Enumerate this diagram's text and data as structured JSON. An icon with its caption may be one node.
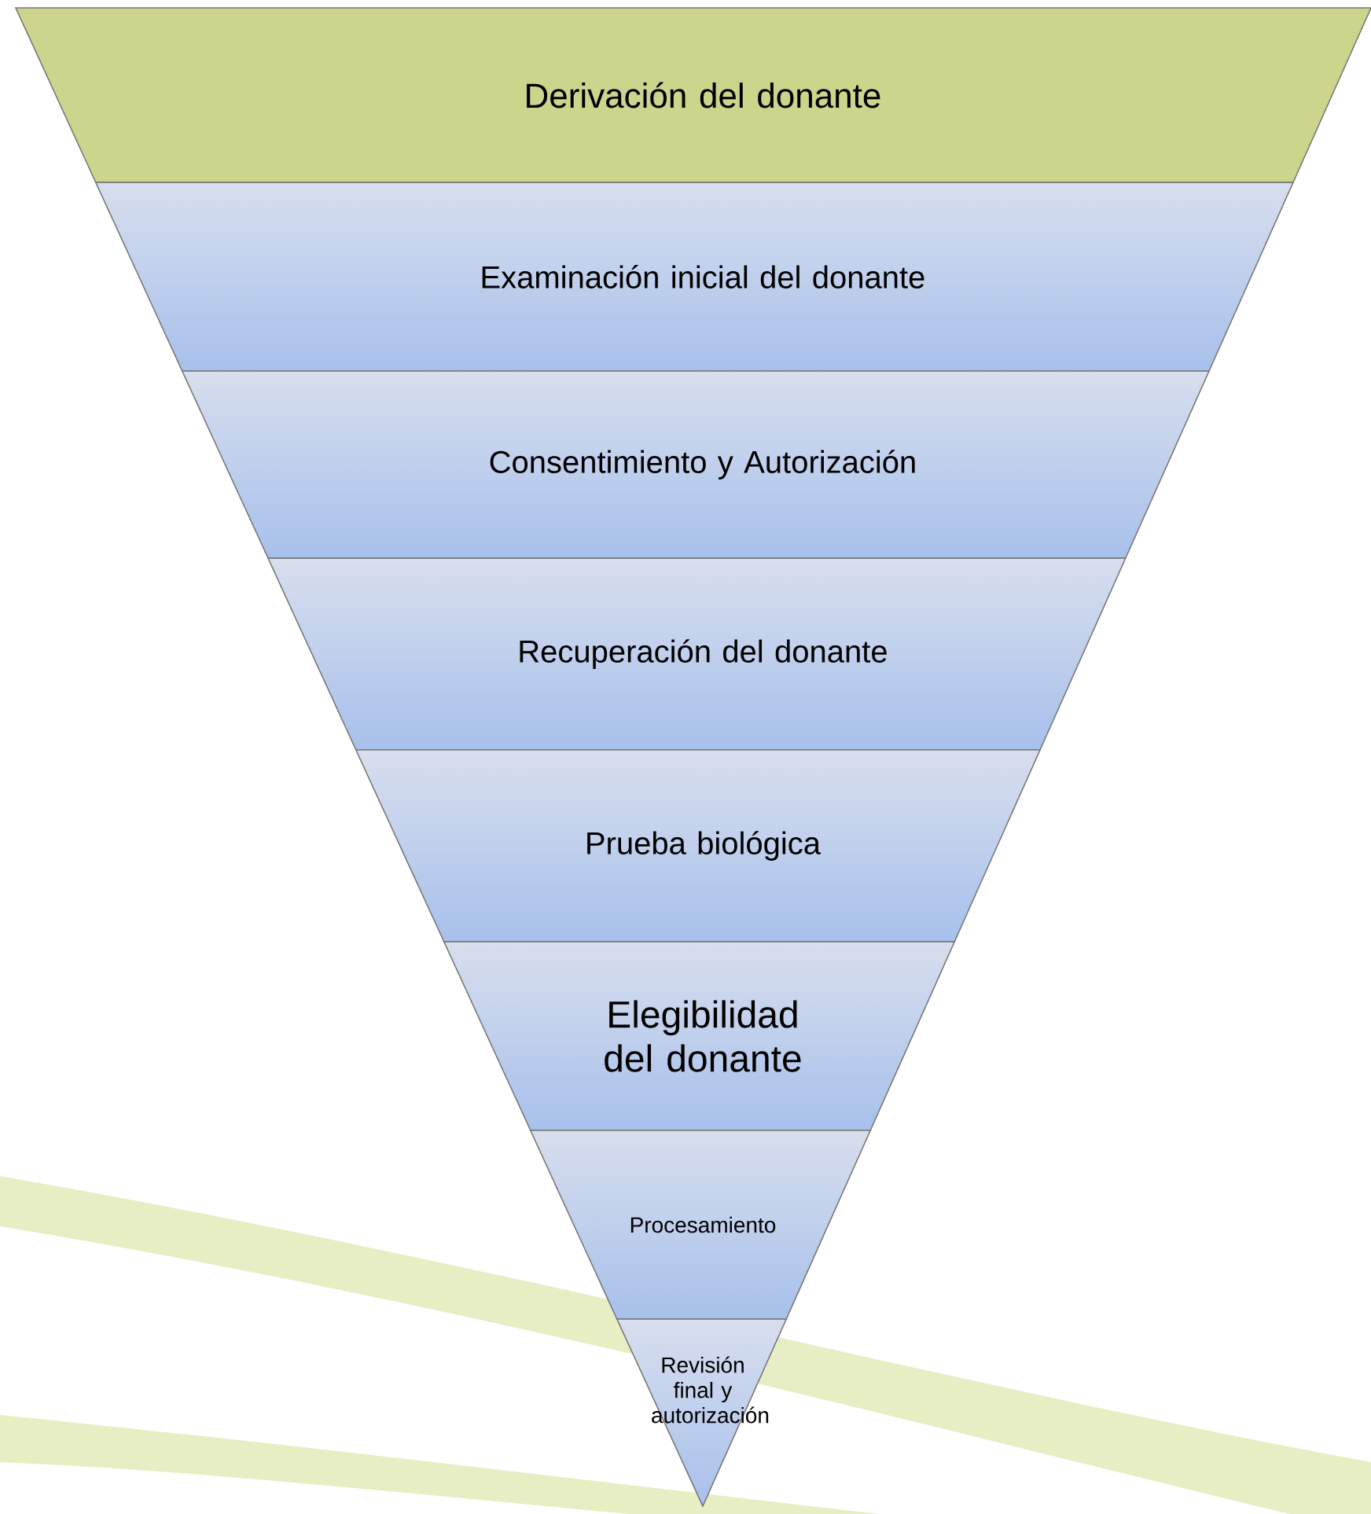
{
  "diagram": {
    "nodes": [
      {
        "text": [
          "Derivación del donante"
        ]
      },
      {
        "text": [
          "Examinación inicial del donante"
        ]
      },
      {
        "text": [
          "Consentimiento y Autorización"
        ]
      },
      {
        "text": [
          "Recuperación del donante"
        ]
      },
      {
        "text": [
          "Prueba biológica"
        ]
      },
      {
        "text": [
          "Elegibilidad del donante"
        ]
      },
      {
        "text": [
          "Procesamiento"
        ]
      },
      {
        "text": [
          "Revisión final y autorización"
        ]
      }
    ]
  }
}
